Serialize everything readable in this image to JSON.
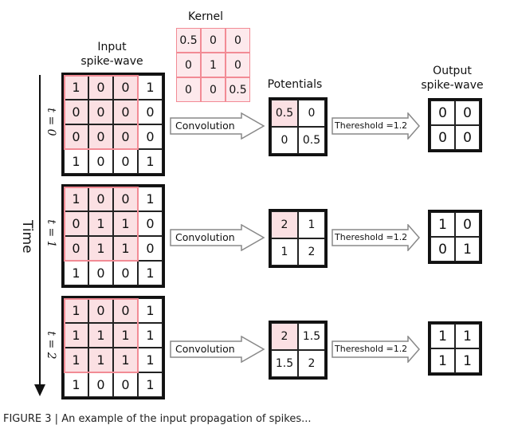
{
  "kernel": {
    "title": "Kernel",
    "values": [
      [
        "0.5",
        "0",
        "0"
      ],
      [
        "0",
        "1",
        "0"
      ],
      [
        "0",
        "0",
        "0.5"
      ]
    ]
  },
  "labels": {
    "input": "Input\nspike-wave",
    "potentials": "Potentials",
    "output": "Output\nspike-wave",
    "time": "Time",
    "convolution": "Convolution",
    "threshold": "Thereshold =1.2",
    "caption": "FIGURE 3 | An example of the input propagation of spikes..."
  },
  "rows": [
    {
      "t_label": "t = 0",
      "input": [
        [
          "1",
          "0",
          "0",
          "1"
        ],
        [
          "0",
          "0",
          "0",
          "0"
        ],
        [
          "0",
          "0",
          "0",
          "0"
        ],
        [
          "1",
          "0",
          "0",
          "1"
        ]
      ],
      "potentials": [
        [
          "0.5",
          "0"
        ],
        [
          "0",
          "0.5"
        ]
      ],
      "potential_highlight": [
        [
          true,
          false
        ],
        [
          false,
          false
        ]
      ],
      "output": [
        [
          "0",
          "0"
        ],
        [
          "0",
          "0"
        ]
      ]
    },
    {
      "t_label": "t = 1",
      "input": [
        [
          "1",
          "0",
          "0",
          "1"
        ],
        [
          "0",
          "1",
          "1",
          "0"
        ],
        [
          "0",
          "1",
          "1",
          "0"
        ],
        [
          "1",
          "0",
          "0",
          "1"
        ]
      ],
      "potentials": [
        [
          "2",
          "1"
        ],
        [
          "1",
          "2"
        ]
      ],
      "potential_highlight": [
        [
          true,
          false
        ],
        [
          false,
          false
        ]
      ],
      "output": [
        [
          "1",
          "0"
        ],
        [
          "0",
          "1"
        ]
      ]
    },
    {
      "t_label": "t = 2",
      "input": [
        [
          "1",
          "0",
          "0",
          "1"
        ],
        [
          "1",
          "1",
          "1",
          "1"
        ],
        [
          "1",
          "1",
          "1",
          "1"
        ],
        [
          "1",
          "0",
          "0",
          "1"
        ]
      ],
      "potentials": [
        [
          "2",
          "1.5"
        ],
        [
          "1.5",
          "2"
        ]
      ],
      "potential_highlight": [
        [
          true,
          false
        ],
        [
          false,
          false
        ]
      ],
      "output": [
        [
          "1",
          "1"
        ],
        [
          "1",
          "1"
        ]
      ]
    }
  ]
}
